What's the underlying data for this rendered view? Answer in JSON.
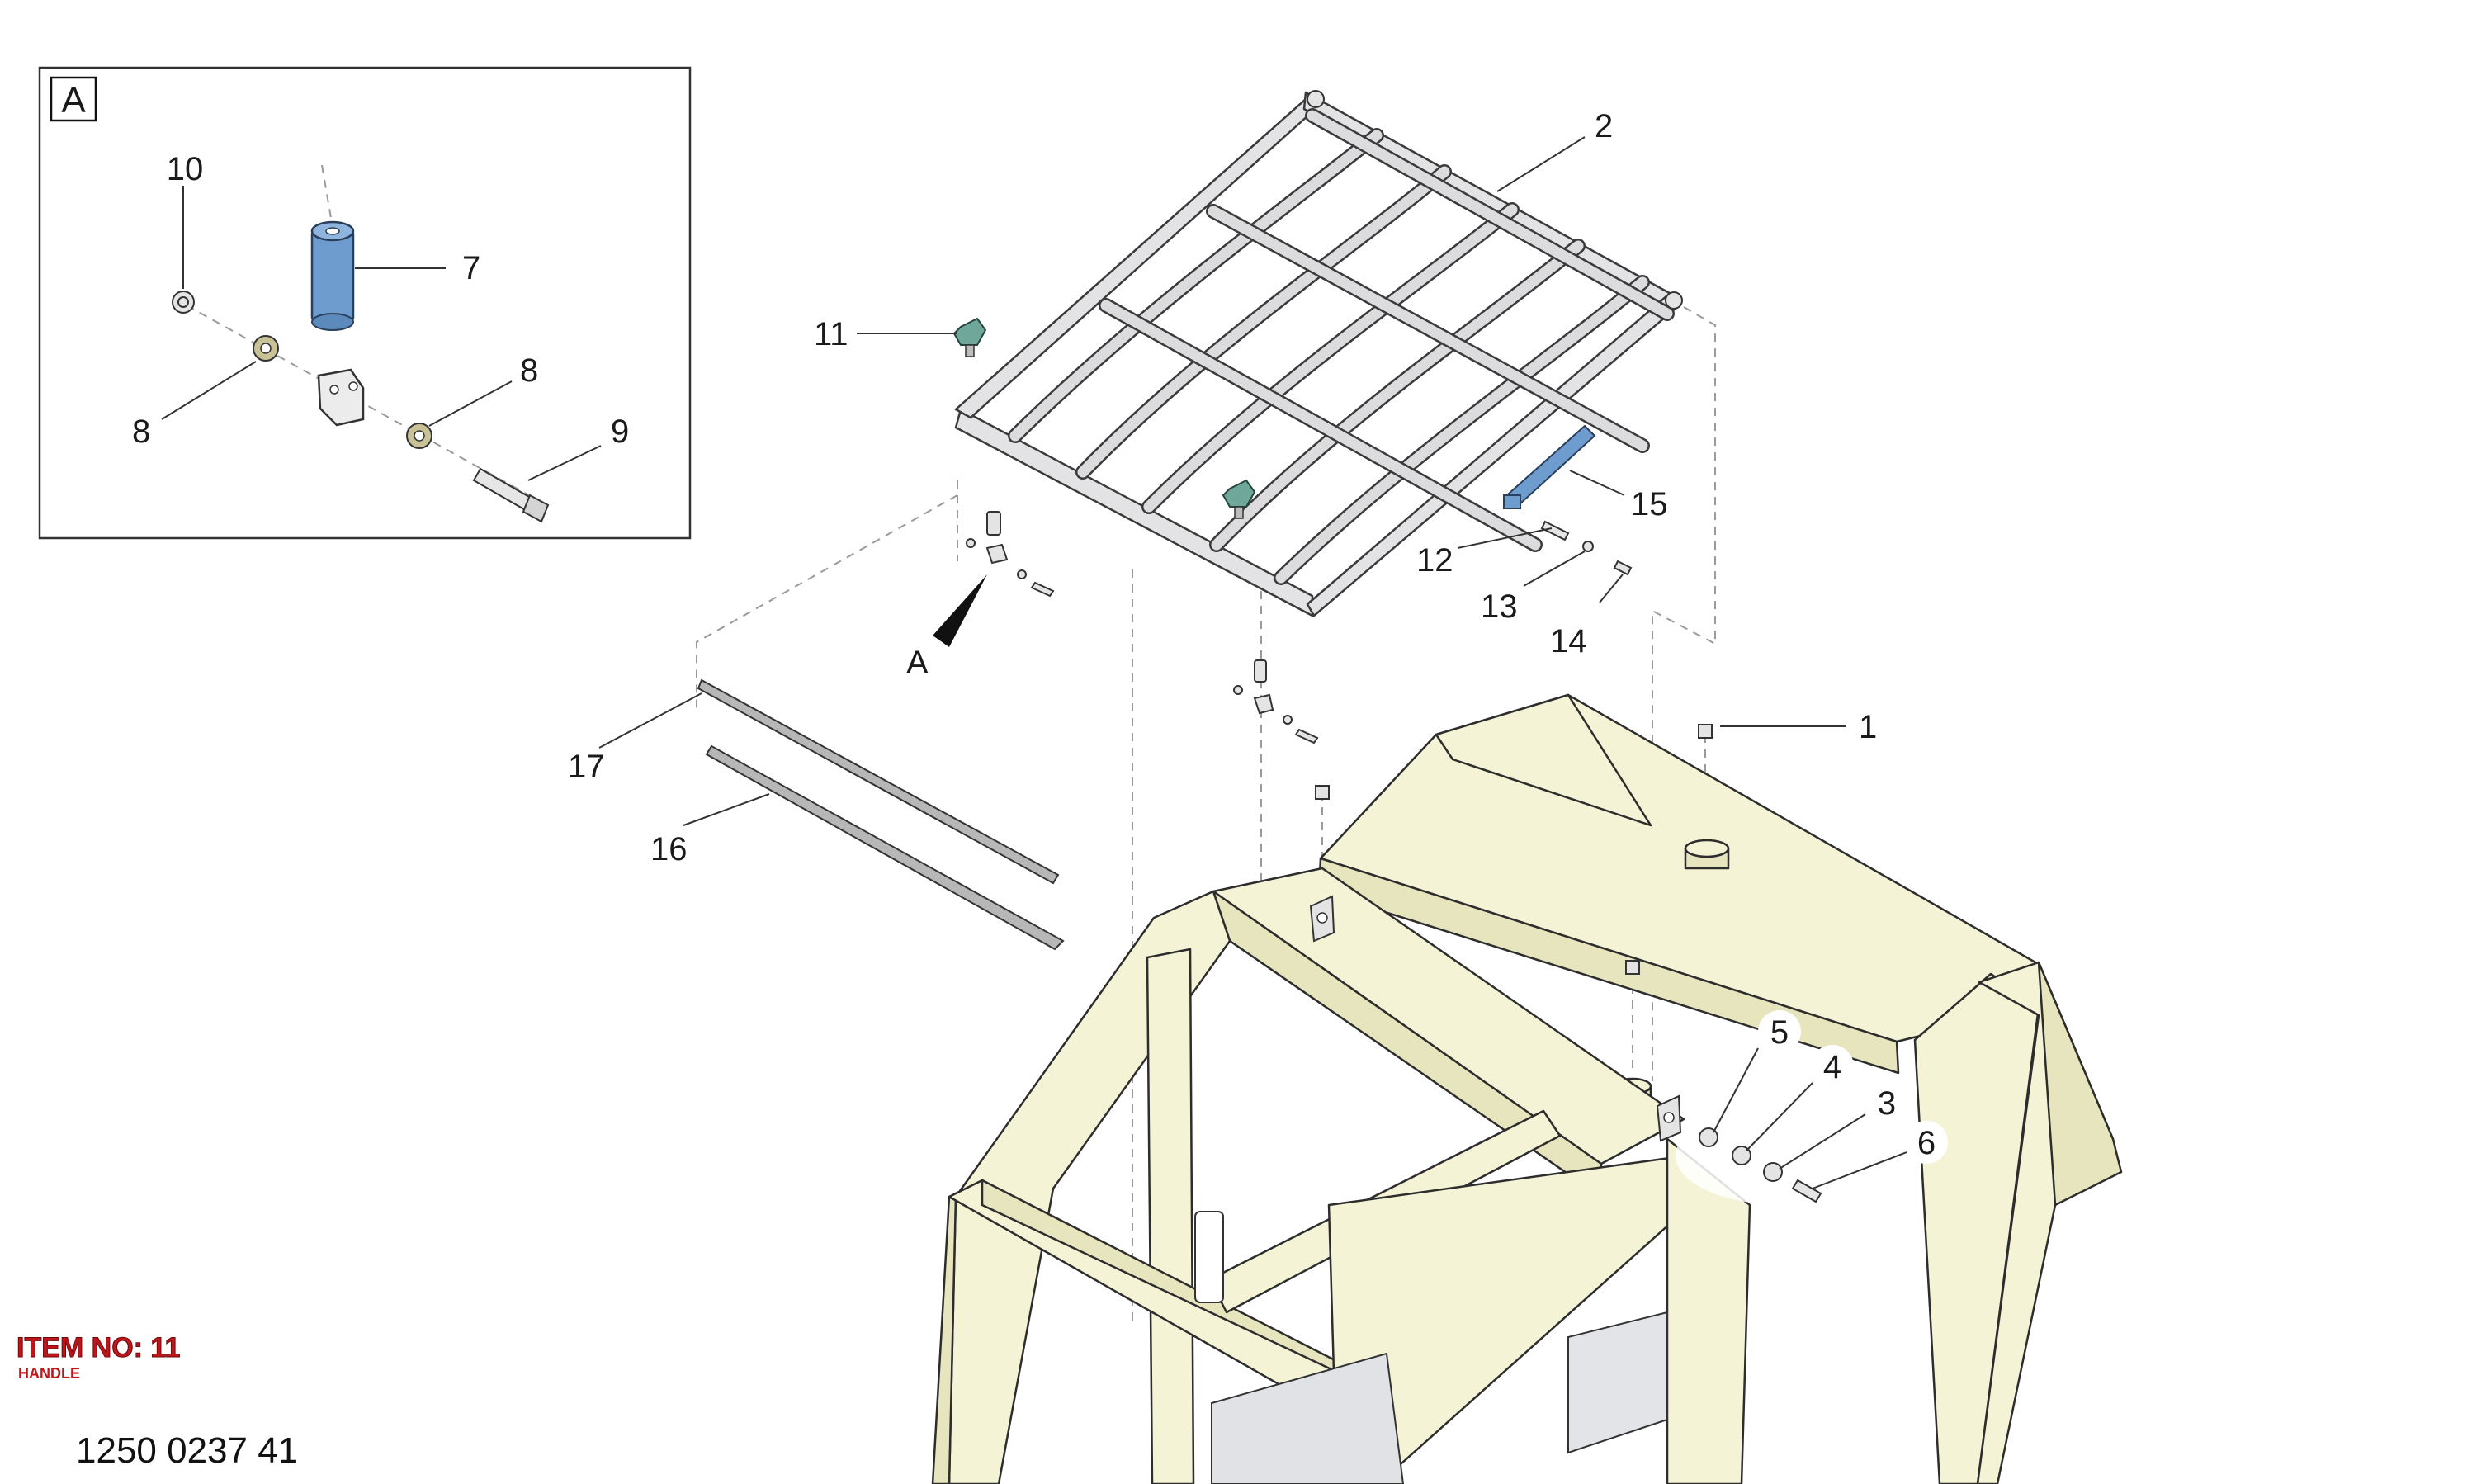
{
  "detail": {
    "letter": "A",
    "callouts": [
      "10",
      "7",
      "8",
      "8",
      "9"
    ]
  },
  "detail_pointer": {
    "letter": "A"
  },
  "callouts": [
    "2",
    "11",
    "15",
    "12",
    "13",
    "14",
    "1",
    "17",
    "16",
    "5",
    "4",
    "3",
    "6"
  ],
  "footer": {
    "item_title": "ITEM NO: 11",
    "item_name": "HANDLE",
    "part_number": "1250 0237 41"
  },
  "colors": {
    "cab_frame": "#f4f3d6",
    "rack": "#e3e3e5",
    "highlight_blue": "#6e9ccf",
    "handle_green": "#6fa89a",
    "item_red": "#c0151b"
  }
}
